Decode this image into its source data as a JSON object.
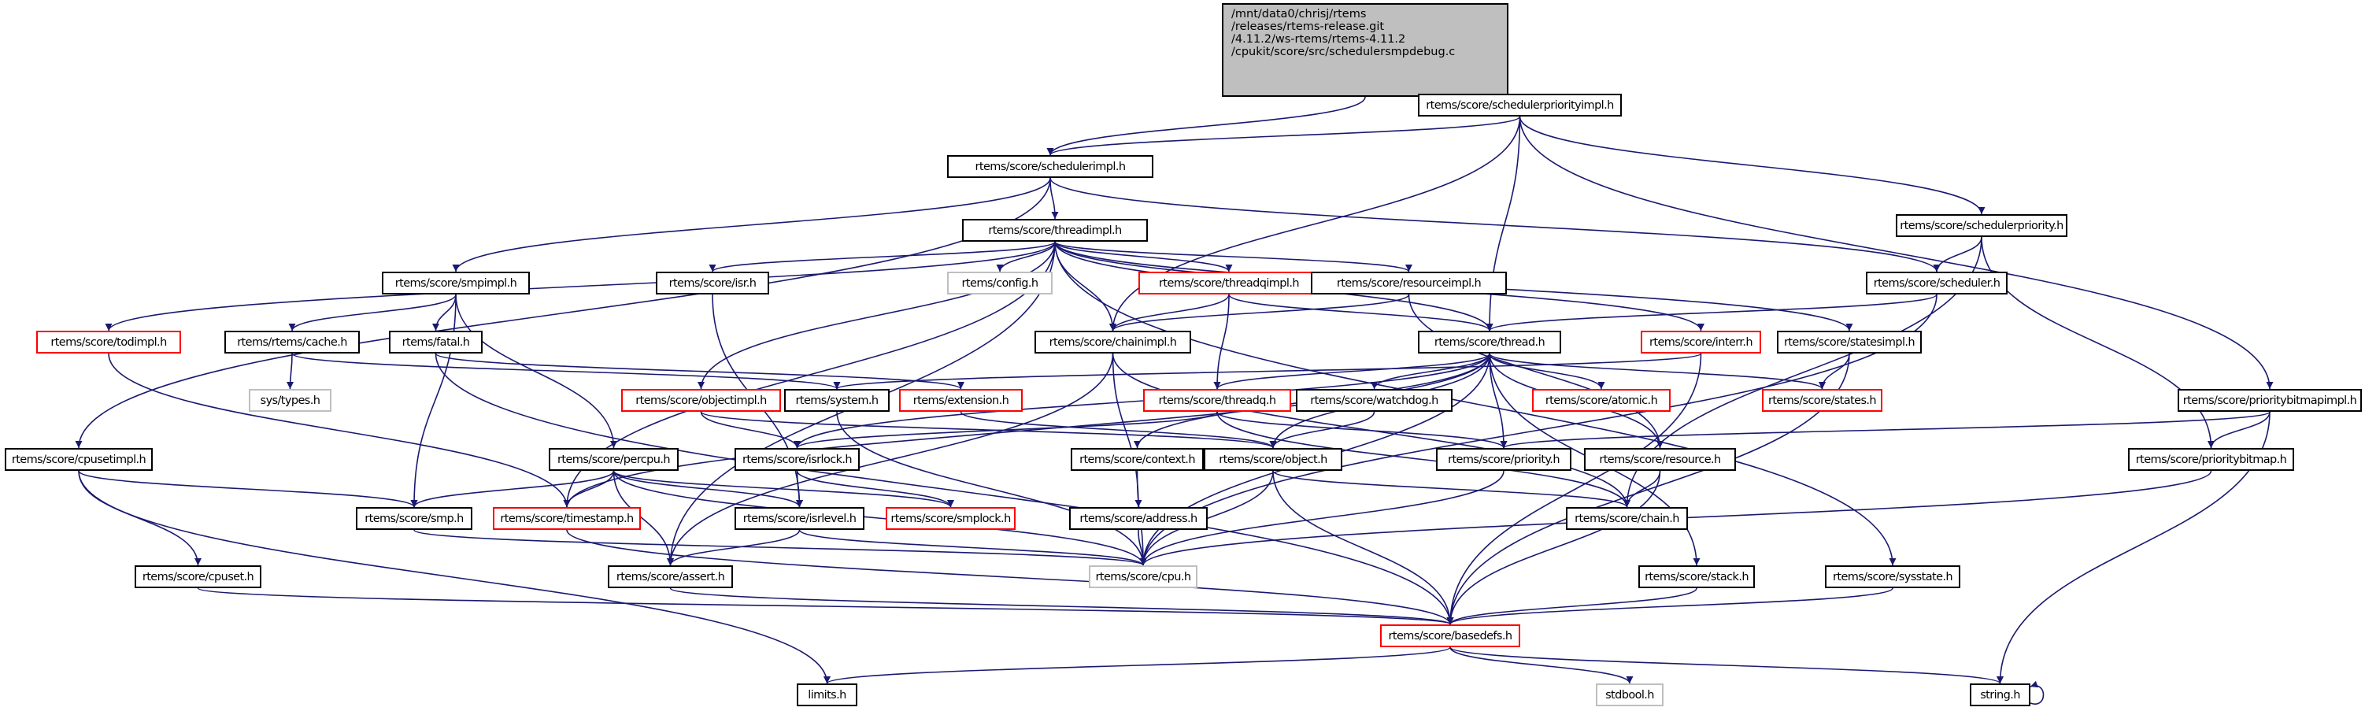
{
  "graph": {
    "type": "include-dependency-graph",
    "edge_color": "#191970",
    "legend_colors": {
      "root_fill": "#bfbfbf",
      "documented_border": "#000000",
      "truncated_border": "#ff0000",
      "undocumented_border": "#bfbfbf"
    },
    "nodes": [
      {
        "id": "root",
        "label": "/mnt/data0/chrisj/rtems\n/releases/rtems-release.git\n/4.11.2/ws-rtems/rtems-4.11.2\n/cpukit/score/src/schedulersmpdebug.c",
        "style": "root"
      },
      {
        "id": "schedulerpriorityimpl",
        "label": "rtems/score/schedulerpriorityimpl.h",
        "style": "normal"
      },
      {
        "id": "schedulerimpl",
        "label": "rtems/score/schedulerimpl.h",
        "style": "normal"
      },
      {
        "id": "threadimpl",
        "label": "rtems/score/threadimpl.h",
        "style": "normal"
      },
      {
        "id": "schedulerpriority",
        "label": "rtems/score/schedulerpriority.h",
        "style": "normal"
      },
      {
        "id": "smpimpl",
        "label": "rtems/score/smpimpl.h",
        "style": "normal"
      },
      {
        "id": "isr",
        "label": "rtems/score/isr.h",
        "style": "normal"
      },
      {
        "id": "config",
        "label": "rtems/config.h",
        "style": "grey"
      },
      {
        "id": "threadqimpl",
        "label": "rtems/score/threadqimpl.h",
        "style": "red"
      },
      {
        "id": "resourceimpl",
        "label": "rtems/score/resourceimpl.h",
        "style": "normal"
      },
      {
        "id": "scheduler",
        "label": "rtems/score/scheduler.h",
        "style": "normal"
      },
      {
        "id": "todimpl",
        "label": "rtems/score/todimpl.h",
        "style": "red"
      },
      {
        "id": "cache",
        "label": "rtems/rtems/cache.h",
        "style": "normal"
      },
      {
        "id": "fatal",
        "label": "rtems/fatal.h",
        "style": "normal"
      },
      {
        "id": "chainimpl",
        "label": "rtems/score/chainimpl.h",
        "style": "normal"
      },
      {
        "id": "thread",
        "label": "rtems/score/thread.h",
        "style": "normal"
      },
      {
        "id": "interr",
        "label": "rtems/score/interr.h",
        "style": "red"
      },
      {
        "id": "statesimpl",
        "label": "rtems/score/statesimpl.h",
        "style": "normal"
      },
      {
        "id": "systypes",
        "label": "sys/types.h",
        "style": "grey"
      },
      {
        "id": "objectimpl",
        "label": "rtems/score/objectimpl.h",
        "style": "red"
      },
      {
        "id": "system",
        "label": "rtems/system.h",
        "style": "normal"
      },
      {
        "id": "extension",
        "label": "rtems/extension.h",
        "style": "red"
      },
      {
        "id": "threadq",
        "label": "rtems/score/threadq.h",
        "style": "red"
      },
      {
        "id": "watchdog",
        "label": "rtems/score/watchdog.h",
        "style": "normal"
      },
      {
        "id": "atomic",
        "label": "rtems/score/atomic.h",
        "style": "red"
      },
      {
        "id": "states",
        "label": "rtems/score/states.h",
        "style": "red"
      },
      {
        "id": "prioritybitmapimpl",
        "label": "rtems/score/prioritybitmapimpl.h",
        "style": "normal"
      },
      {
        "id": "cpusetimpl",
        "label": "rtems/score/cpusetimpl.h",
        "style": "normal"
      },
      {
        "id": "percpu",
        "label": "rtems/score/percpu.h",
        "style": "normal"
      },
      {
        "id": "isrlock",
        "label": "rtems/score/isrlock.h",
        "style": "normal"
      },
      {
        "id": "context",
        "label": "rtems/score/context.h",
        "style": "normal"
      },
      {
        "id": "object",
        "label": "rtems/score/object.h",
        "style": "normal"
      },
      {
        "id": "priority",
        "label": "rtems/score/priority.h",
        "style": "normal"
      },
      {
        "id": "resource",
        "label": "rtems/score/resource.h",
        "style": "normal"
      },
      {
        "id": "prioritybitmap",
        "label": "rtems/score/prioritybitmap.h",
        "style": "normal"
      },
      {
        "id": "smp",
        "label": "rtems/score/smp.h",
        "style": "normal"
      },
      {
        "id": "timestamp",
        "label": "rtems/score/timestamp.h",
        "style": "red"
      },
      {
        "id": "isrlevel",
        "label": "rtems/score/isrlevel.h",
        "style": "normal"
      },
      {
        "id": "smplock",
        "label": "rtems/score/smplock.h",
        "style": "red"
      },
      {
        "id": "address",
        "label": "rtems/score/address.h",
        "style": "normal"
      },
      {
        "id": "chain",
        "label": "rtems/score/chain.h",
        "style": "normal"
      },
      {
        "id": "cpuset",
        "label": "rtems/score/cpuset.h",
        "style": "normal"
      },
      {
        "id": "assert",
        "label": "rtems/score/assert.h",
        "style": "normal"
      },
      {
        "id": "cpu",
        "label": "rtems/score/cpu.h",
        "style": "grey"
      },
      {
        "id": "stack",
        "label": "rtems/score/stack.h",
        "style": "normal"
      },
      {
        "id": "sysstate",
        "label": "rtems/score/sysstate.h",
        "style": "normal"
      },
      {
        "id": "basedefs",
        "label": "rtems/score/basedefs.h",
        "style": "red"
      },
      {
        "id": "limits",
        "label": "limits.h",
        "style": "normal"
      },
      {
        "id": "stdbool",
        "label": "stdbool.h",
        "style": "grey"
      },
      {
        "id": "string",
        "label": "string.h",
        "style": "normal"
      }
    ],
    "edges": [
      [
        "root",
        "schedulerimpl"
      ],
      [
        "root",
        "schedulerpriorityimpl"
      ],
      [
        "schedulerpriorityimpl",
        "schedulerimpl"
      ],
      [
        "schedulerpriorityimpl",
        "chainimpl"
      ],
      [
        "schedulerpriorityimpl",
        "thread"
      ],
      [
        "schedulerpriorityimpl",
        "schedulerpriority"
      ],
      [
        "schedulerpriorityimpl",
        "prioritybitmapimpl"
      ],
      [
        "schedulerimpl",
        "cpusetimpl"
      ],
      [
        "schedulerimpl",
        "threadimpl"
      ],
      [
        "schedulerimpl",
        "smpimpl"
      ],
      [
        "schedulerimpl",
        "scheduler"
      ],
      [
        "threadimpl",
        "todimpl"
      ],
      [
        "threadimpl",
        "assert"
      ],
      [
        "threadimpl",
        "isr"
      ],
      [
        "threadimpl",
        "config"
      ],
      [
        "threadimpl",
        "chainimpl"
      ],
      [
        "threadimpl",
        "threadqimpl"
      ],
      [
        "threadimpl",
        "objectimpl"
      ],
      [
        "threadimpl",
        "resourceimpl"
      ],
      [
        "threadimpl",
        "thread"
      ],
      [
        "threadimpl",
        "interr"
      ],
      [
        "threadimpl",
        "statesimpl"
      ],
      [
        "threadimpl",
        "sysstate"
      ],
      [
        "threadimpl",
        "timestamp"
      ],
      [
        "schedulerpriority",
        "scheduler"
      ],
      [
        "schedulerpriority",
        "chain"
      ],
      [
        "schedulerpriority",
        "prioritybitmap"
      ],
      [
        "smpimpl",
        "cache"
      ],
      [
        "smpimpl",
        "fatal"
      ],
      [
        "smpimpl",
        "percpu"
      ],
      [
        "smpimpl",
        "smp"
      ],
      [
        "isr",
        "isrlevel"
      ],
      [
        "threadqimpl",
        "chainimpl"
      ],
      [
        "threadqimpl",
        "threadq"
      ],
      [
        "threadqimpl",
        "thread"
      ],
      [
        "resourceimpl",
        "chainimpl"
      ],
      [
        "resourceimpl",
        "resource"
      ],
      [
        "scheduler",
        "thread"
      ],
      [
        "scheduler",
        "cpu"
      ],
      [
        "todimpl",
        "timestamp"
      ],
      [
        "cache",
        "systypes"
      ],
      [
        "cache",
        "system"
      ],
      [
        "fatal",
        "extension"
      ],
      [
        "fatal",
        "basedefs"
      ],
      [
        "chainimpl",
        "chain"
      ],
      [
        "chainimpl",
        "address"
      ],
      [
        "chainimpl",
        "assert"
      ],
      [
        "thread",
        "threadq"
      ],
      [
        "thread",
        "watchdog"
      ],
      [
        "thread",
        "atomic"
      ],
      [
        "thread",
        "states"
      ],
      [
        "thread",
        "object"
      ],
      [
        "thread",
        "priority"
      ],
      [
        "thread",
        "resource"
      ],
      [
        "thread",
        "context"
      ],
      [
        "thread",
        "stack"
      ],
      [
        "thread",
        "isrlock"
      ],
      [
        "thread",
        "timestamp"
      ],
      [
        "thread",
        "cpu"
      ],
      [
        "interr",
        "system"
      ],
      [
        "interr",
        "basedefs"
      ],
      [
        "statesimpl",
        "states"
      ],
      [
        "statesimpl",
        "basedefs"
      ],
      [
        "objectimpl",
        "object"
      ],
      [
        "objectimpl",
        "isrlock"
      ],
      [
        "system",
        "cpu"
      ],
      [
        "extension",
        "object"
      ],
      [
        "threadq",
        "isrlock"
      ],
      [
        "threadq",
        "priority"
      ],
      [
        "threadq",
        "chain"
      ],
      [
        "watchdog",
        "object"
      ],
      [
        "prioritybitmapimpl",
        "priority"
      ],
      [
        "prioritybitmapimpl",
        "prioritybitmap"
      ],
      [
        "prioritybitmapimpl",
        "string"
      ],
      [
        "cpusetimpl",
        "smp"
      ],
      [
        "cpusetimpl",
        "cpuset"
      ],
      [
        "cpusetimpl",
        "limits"
      ],
      [
        "percpu",
        "smp"
      ],
      [
        "percpu",
        "timestamp"
      ],
      [
        "percpu",
        "assert"
      ],
      [
        "percpu",
        "isrlevel"
      ],
      [
        "percpu",
        "smplock"
      ],
      [
        "percpu",
        "cpu"
      ],
      [
        "isrlock",
        "isrlevel"
      ],
      [
        "isrlock",
        "smplock"
      ],
      [
        "context",
        "cpu"
      ],
      [
        "object",
        "cpu"
      ],
      [
        "object",
        "chain"
      ],
      [
        "object",
        "basedefs"
      ],
      [
        "priority",
        "cpu"
      ],
      [
        "resource",
        "chain"
      ],
      [
        "resource",
        "basedefs"
      ],
      [
        "prioritybitmap",
        "cpu"
      ],
      [
        "smp",
        "cpu"
      ],
      [
        "timestamp",
        "basedefs"
      ],
      [
        "isrlevel",
        "assert"
      ],
      [
        "isrlevel",
        "cpu"
      ],
      [
        "address",
        "cpu"
      ],
      [
        "cpuset",
        "basedefs"
      ],
      [
        "assert",
        "basedefs"
      ],
      [
        "stack",
        "basedefs"
      ],
      [
        "sysstate",
        "basedefs"
      ],
      [
        "basedefs",
        "limits"
      ],
      [
        "basedefs",
        "stdbool"
      ],
      [
        "basedefs",
        "string"
      ],
      [
        "string",
        "string"
      ]
    ]
  }
}
